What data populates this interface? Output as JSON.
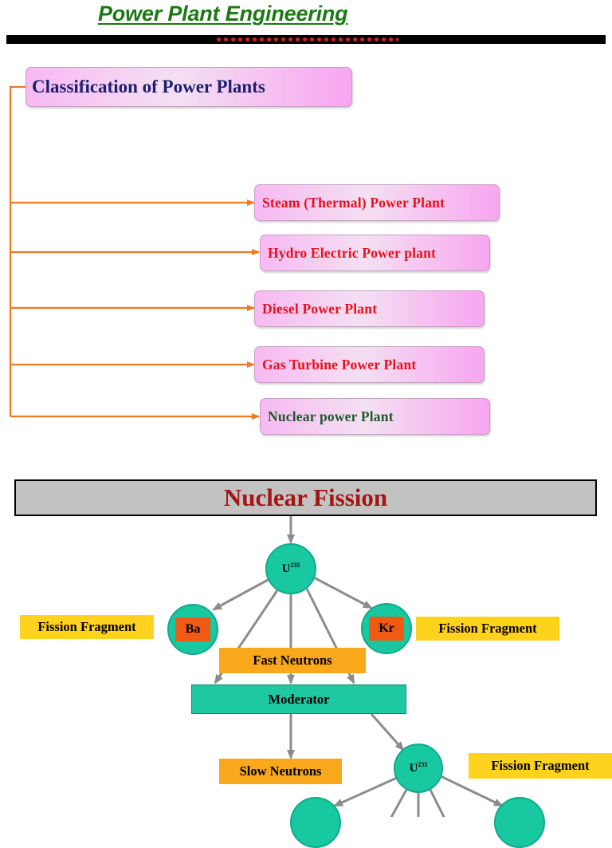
{
  "header": {
    "title": "Power Plant Engineering",
    "colors": {
      "title": "#1a7a12",
      "bar": "#000000",
      "dots": "#e01b1b"
    }
  },
  "classification": {
    "title": "Classification of Power Plants",
    "items": [
      {
        "label": "Steam (Thermal) Power Plant"
      },
      {
        "label": "Hydro Electric Power plant"
      },
      {
        "label": "Diesel Power Plant"
      },
      {
        "label": "Gas Turbine Power Plant"
      },
      {
        "label": "Nuclear power Plant"
      }
    ],
    "colors": {
      "connector": "#f07820",
      "box_pink": "#f7b9f2",
      "text_red": "#e8101e",
      "text_green": "#1e5a2a"
    }
  },
  "fission": {
    "title": "Nuclear Fission",
    "uranium": {
      "symbol": "U",
      "mass": "235"
    },
    "fragment_left": "Ba",
    "fragment_right": "Kr",
    "fragment_label": "Fission Fragment",
    "fast_neutrons": "Fast Neutrons",
    "moderator": "Moderator",
    "slow_neutrons": "Slow Neutrons",
    "colors": {
      "circle": "#18c8a0",
      "fragment": "#f05a14",
      "label_yellow": "#ffd21e",
      "label_amber": "#f8a81a",
      "arrow": "#8c8c8c",
      "banner": "#c2c2c2",
      "banner_text": "#a31414"
    }
  }
}
